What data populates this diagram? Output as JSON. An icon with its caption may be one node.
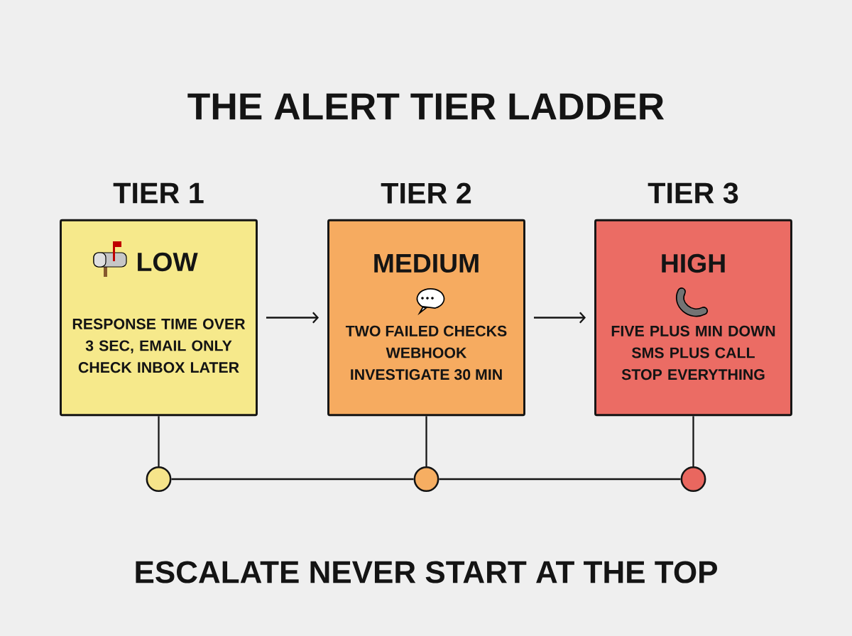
{
  "diagram": {
    "title": "THE ALERT TIER LADDER",
    "caption": "ESCALATE NEVER START AT THE TOP",
    "nodes": [
      {
        "text": [
          "TIER 1",
          "LOW",
          "RESPONSE TIME OVER 3 SEC, EMAIL ONLY CHECK INBOX LATER"
        ]
      },
      {
        "text": [
          "TIER 2",
          "MEDIUM",
          "TWO FAILED CHECKS WEBHOOK INVESTIGATE 30 MIN"
        ]
      },
      {
        "text": [
          "TIER 3",
          "HIGH",
          "FIVE PLUS MIN DOWN SMS PLUS CALL STOP EVERYTHING"
        ]
      },
      {
        "text": [],
        "shape": "circle"
      },
      {
        "text": [],
        "shape": "circle"
      },
      {
        "text": [],
        "shape": "circle"
      }
    ],
    "edges": [
      {
        "from": 0,
        "to": 1,
        "arrow": "to"
      },
      {
        "from": 1,
        "to": 2,
        "arrow": "to"
      },
      {
        "from": 0,
        "to": 3,
        "arrow": "none"
      },
      {
        "from": 1,
        "to": 4,
        "arrow": "none"
      },
      {
        "from": 2,
        "to": 5,
        "arrow": "none"
      },
      {
        "from": 3,
        "to": 4,
        "arrow": "none"
      },
      {
        "from": 4,
        "to": 5,
        "arrow": "none"
      }
    ]
  }
}
